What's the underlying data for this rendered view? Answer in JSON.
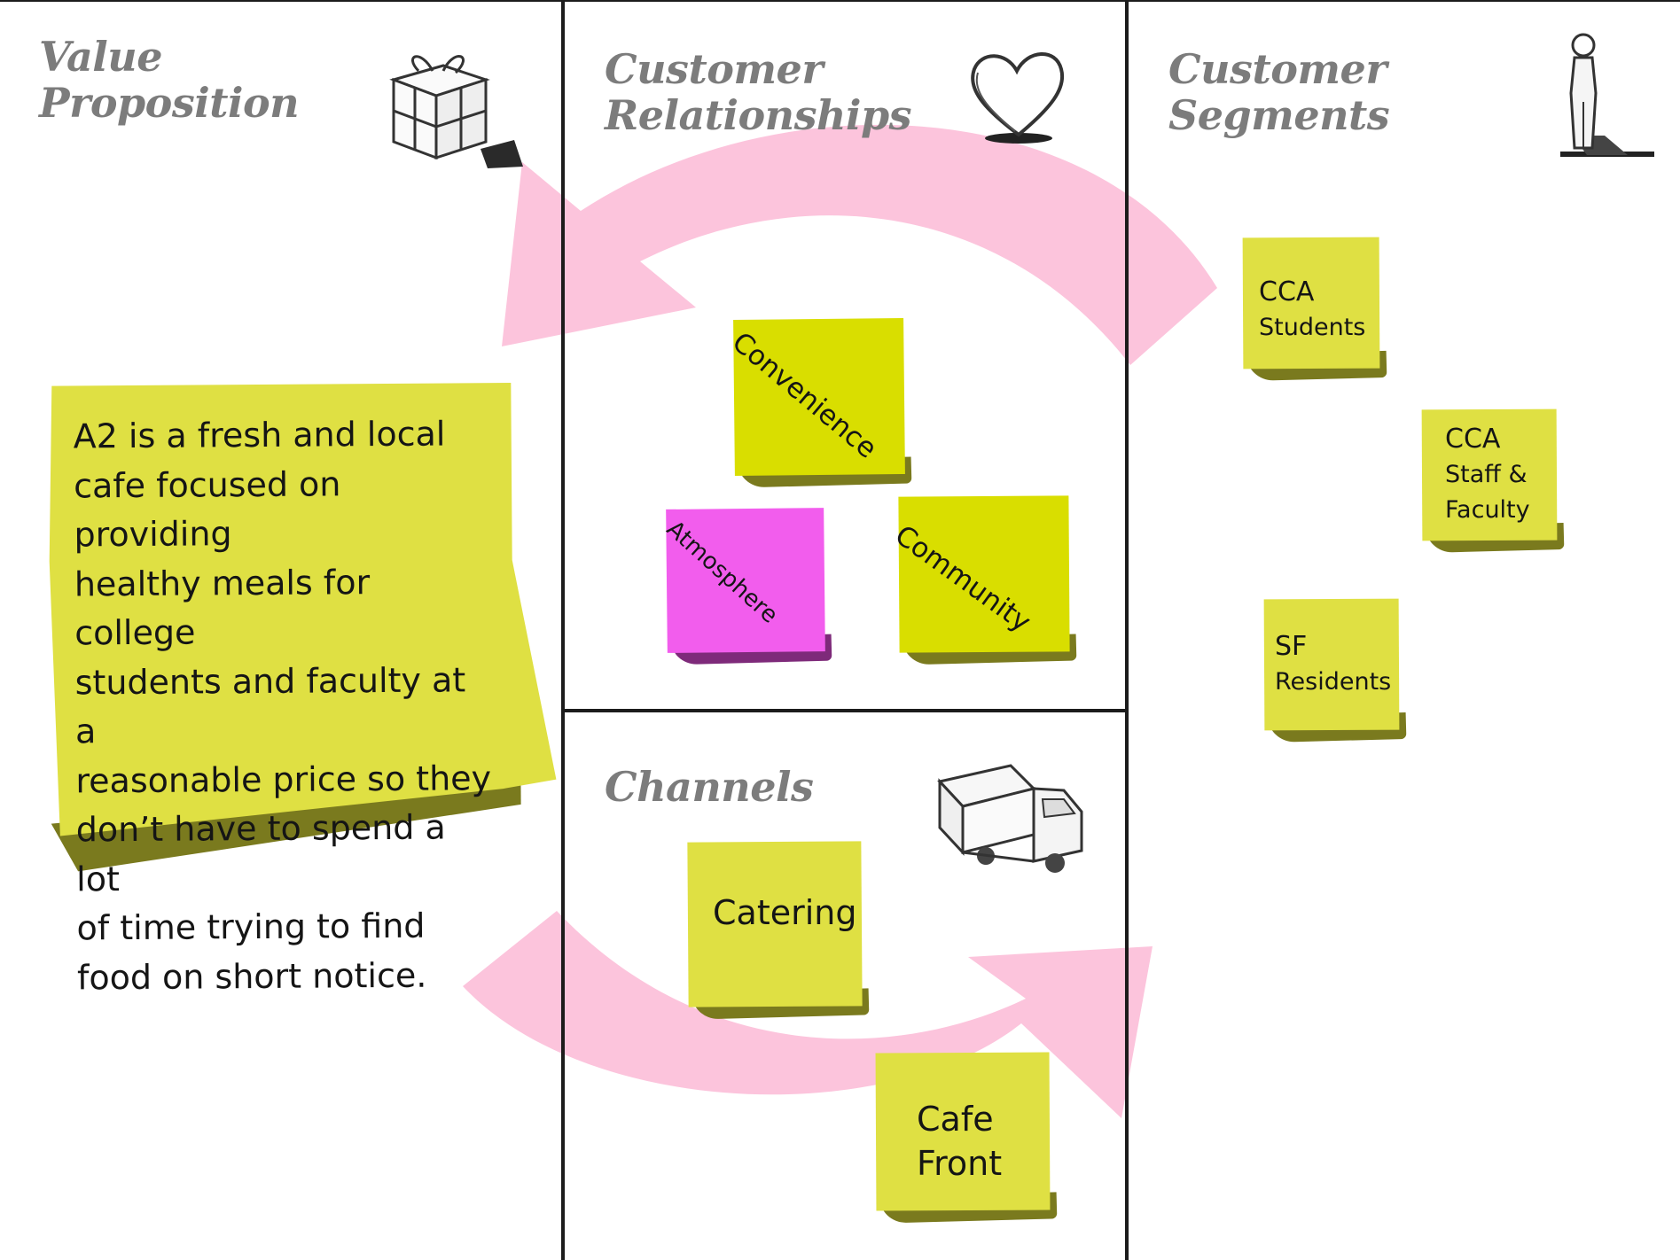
{
  "sections": {
    "value_proposition": {
      "title_line1": "Value",
      "title_line2": "Proposition",
      "icon": "gift-icon"
    },
    "customer_relationships": {
      "title_line1": "Customer",
      "title_line2": "Relationships",
      "icon": "heart-icon"
    },
    "customer_segments": {
      "title_line1": "Customer",
      "title_line2": "Segments",
      "icon": "person-icon"
    },
    "channels": {
      "title": "Channels",
      "icon": "truck-icon"
    }
  },
  "notes": {
    "value_statement": [
      "A2 is a fresh and local",
      "cafe focused on providing",
      "healthy meals for college",
      "students and faculty at a",
      "reasonable price so they",
      "don’t have to spend a lot",
      "of time trying to find",
      "food on short notice."
    ],
    "convenience": "Convenience",
    "atmosphere": "Atmosphere",
    "community": "Community",
    "cca_students": [
      "CCA",
      "Students"
    ],
    "cca_staff": [
      "CCA",
      "Staff &",
      "Faculty"
    ],
    "sf_residents": [
      "SF",
      "Residents"
    ],
    "catering": "Catering",
    "cafe_front": [
      "Cafe",
      "Front"
    ]
  },
  "colors": {
    "note_yellow": "#dfe043",
    "note_lime": "#d9de00",
    "note_magenta": "#f25ded",
    "arrow_pink": "#fcc4dc",
    "grid_line": "#1c1c1c",
    "heading_gray": "#7c7c7c"
  }
}
